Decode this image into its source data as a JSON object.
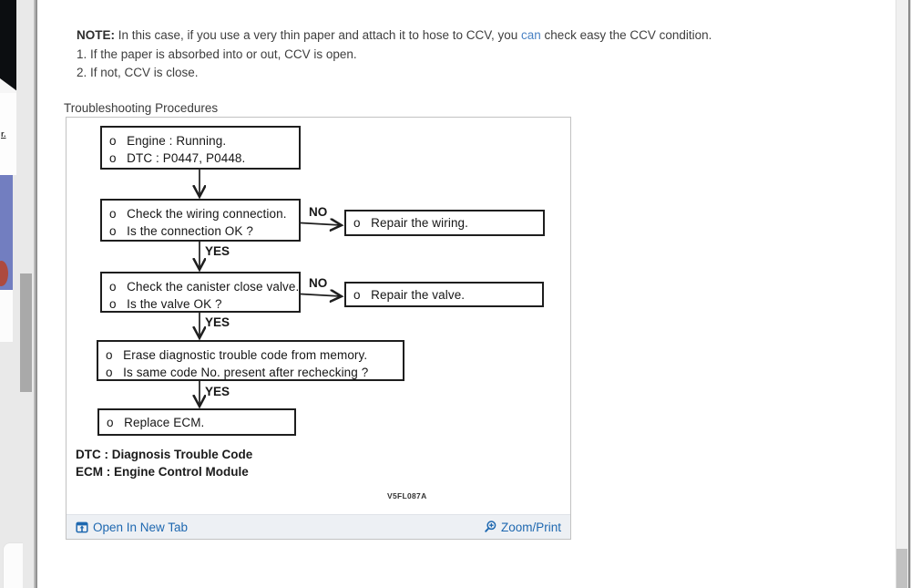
{
  "note": {
    "label": "NOTE:",
    "before_link": " In this case, if you use a very thin paper and attach it to hose to CCV, you ",
    "link": "can",
    "after_link": " check easy the CCV condition.",
    "items": [
      "1. If the paper is absorbed into or out, CCV is open.",
      "2. If not, CCV is close."
    ]
  },
  "section": {
    "heading": "Troubleshooting Procedures"
  },
  "flowchart": {
    "boxes": [
      {
        "lines": [
          "o   Engine : Running.",
          "o   DTC : P0447, P0448."
        ]
      },
      {
        "lines": [
          "o   Check the wiring connection.",
          "o   Is the connection OK ?"
        ]
      },
      {
        "lines": [
          "o   Repair the wiring."
        ]
      },
      {
        "lines": [
          "o   Check the canister close valve.",
          "o   Is the valve OK ?"
        ]
      },
      {
        "lines": [
          "o   Repair the valve."
        ]
      },
      {
        "lines": [
          "o   Erase diagnostic trouble code from memory.",
          "o   Is same code No. present after rechecking ?"
        ]
      },
      {
        "lines": [
          "o   Replace ECM."
        ]
      }
    ],
    "labels": {
      "yes": "YES",
      "no": "NO"
    },
    "legend": [
      "DTC : Diagnosis Trouble Code",
      "ECM : Engine Control Module"
    ],
    "figure_code": "V5FL087A"
  },
  "figure_toolbar": {
    "open_in_new_tab": "Open In New Tab",
    "zoom_print": "Zoom/Print"
  },
  "background_window": {
    "text_fragment": "r."
  },
  "colors": {
    "note_link": "#4a82c4",
    "toolbar_link": "#1e68b0",
    "flowchart_ink": "#1e1e1e",
    "blue_image_fragment": "#727ec0",
    "toolbar_bg": "#edf0f4"
  }
}
